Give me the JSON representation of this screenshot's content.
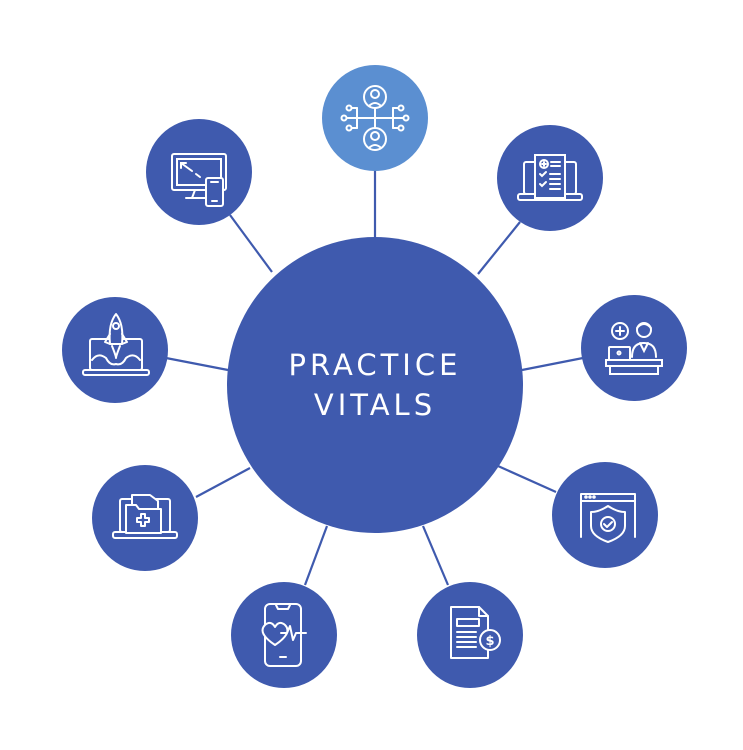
{
  "center": {
    "line1": "PRACTICE",
    "line2": "VITALS",
    "color": "#3f5aae"
  },
  "colors": {
    "primary": "#3f5aae",
    "highlight": "#5b8fd1",
    "connector": "#3f5aae",
    "icon_stroke": "#ffffff",
    "background": "#ffffff"
  },
  "nodes": [
    {
      "id": "top",
      "icon": "people-network-icon",
      "highlighted": true
    },
    {
      "id": "top-left",
      "icon": "responsive-devices-icon",
      "highlighted": false
    },
    {
      "id": "top-right",
      "icon": "laptop-medical-checklist-icon",
      "highlighted": false
    },
    {
      "id": "left",
      "icon": "laptop-rocket-launch-icon",
      "highlighted": false
    },
    {
      "id": "right",
      "icon": "doctor-reception-desk-icon",
      "highlighted": false
    },
    {
      "id": "lower-left",
      "icon": "laptop-medical-folder-icon",
      "highlighted": false
    },
    {
      "id": "lower-right",
      "icon": "browser-security-shield-icon",
      "highlighted": false
    },
    {
      "id": "bottom-left",
      "icon": "phone-heartbeat-icon",
      "highlighted": false
    },
    {
      "id": "bottom-right",
      "icon": "invoice-dollar-icon",
      "highlighted": false
    }
  ]
}
